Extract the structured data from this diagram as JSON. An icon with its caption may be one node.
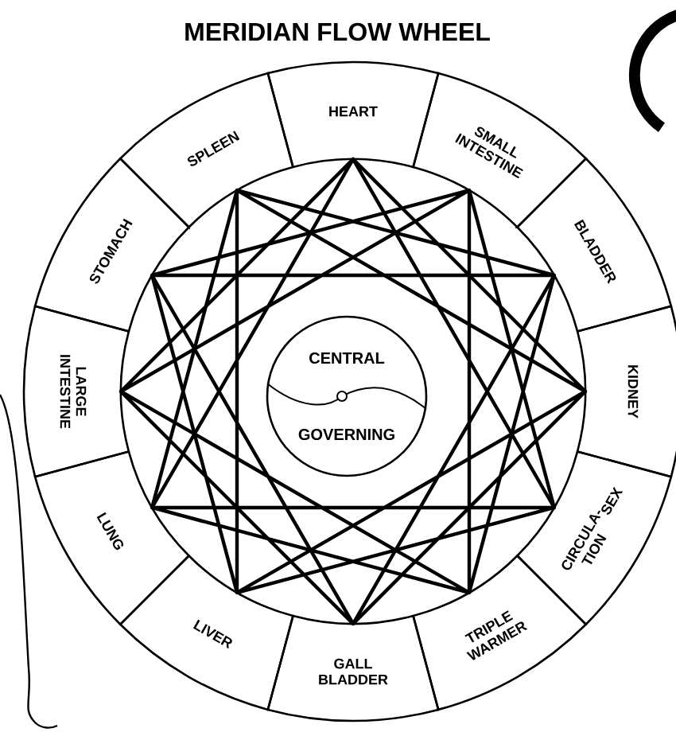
{
  "diagram": {
    "title": "MERIDIAN FLOW WHEEL",
    "nodes": [
      {
        "text": [
          "HEART"
        ]
      },
      {
        "text": [
          "SMALL INTESTINE"
        ]
      },
      {
        "text": [
          "BLADDER"
        ]
      },
      {
        "text": [
          "KIDNEY"
        ]
      },
      {
        "text": [
          "CIRCULA- TION",
          "SEX"
        ]
      },
      {
        "text": [
          "TRIPLE WARMER"
        ]
      },
      {
        "text": [
          "GALL BLADDER"
        ]
      },
      {
        "text": [
          "LIVER"
        ]
      },
      {
        "text": [
          "LUNG"
        ]
      },
      {
        "text": [
          "LARGE INTESTINE"
        ]
      },
      {
        "text": [
          "STOMACH"
        ]
      },
      {
        "text": [
          "SPLEEN"
        ]
      },
      {
        "text": [
          "CENTRAL",
          "GOVERNING"
        ]
      }
    ]
  }
}
